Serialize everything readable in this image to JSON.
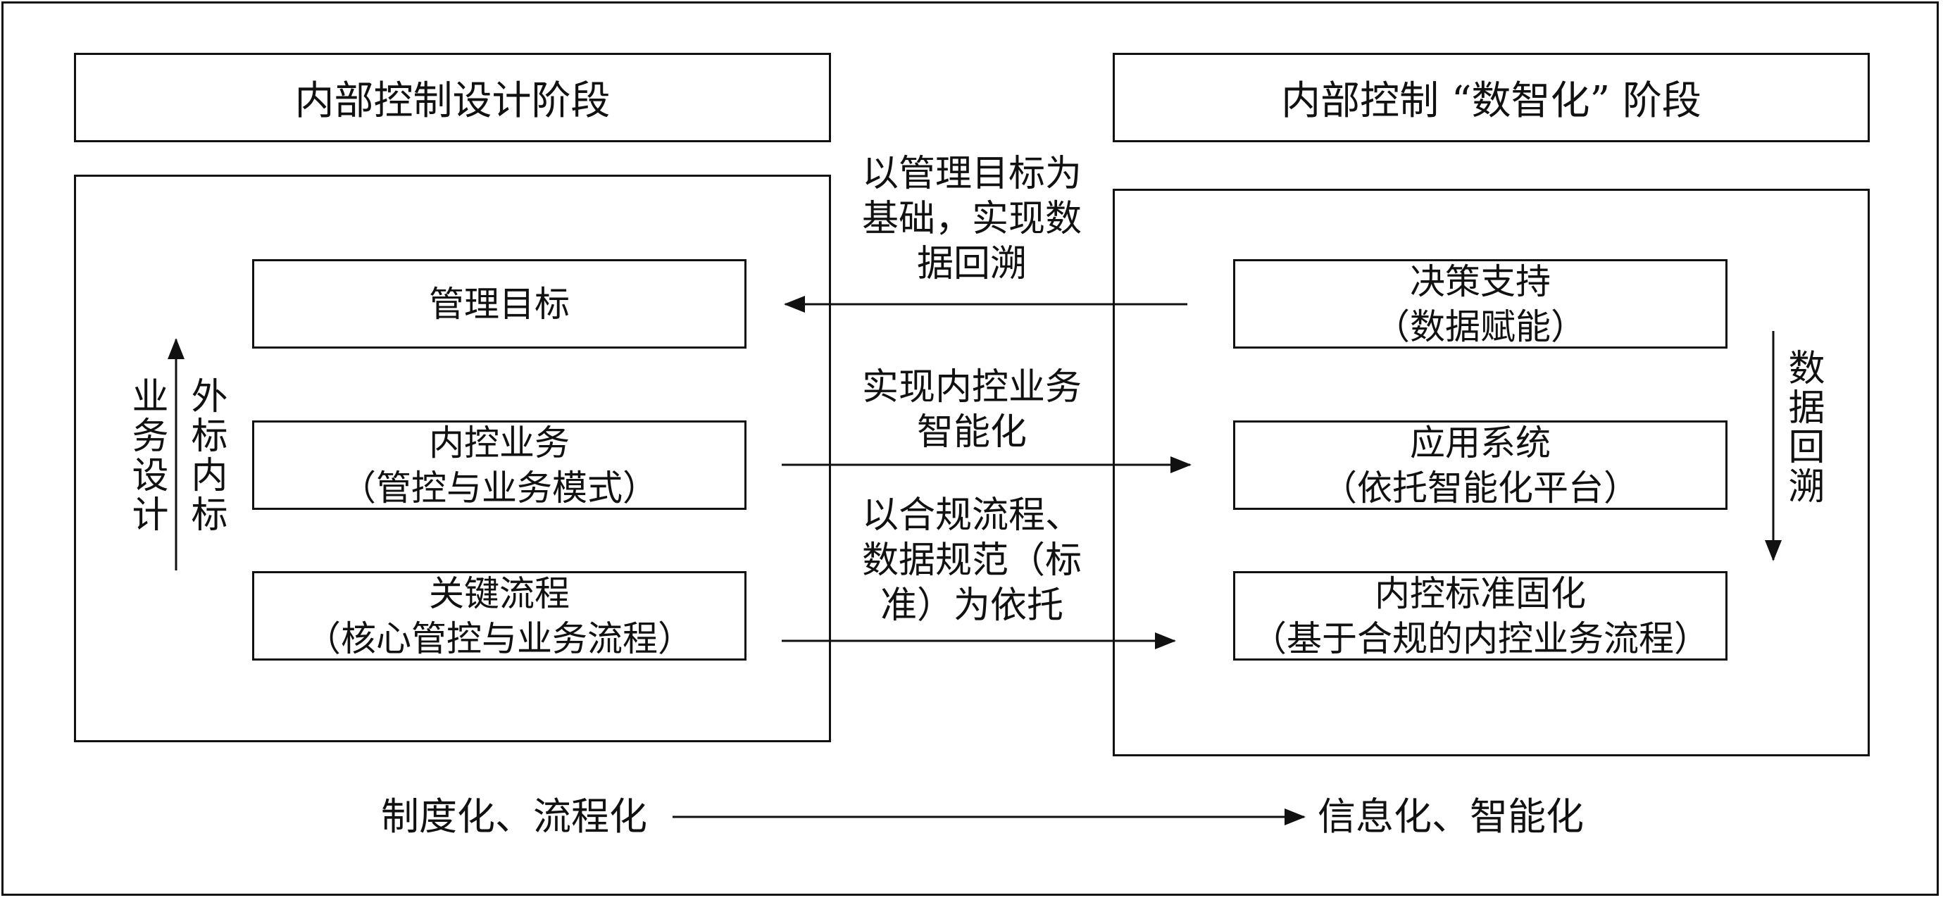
{
  "left_stage": {
    "title": "内部控制设计阶段",
    "nodes": [
      {
        "line1": "管理目标",
        "line2": ""
      },
      {
        "line1": "内控业务",
        "line2": "（管控与业务模式）"
      },
      {
        "line1": "关键流程",
        "line2": "（核心管控与业务流程）"
      }
    ],
    "side_labels": [
      "外标内标",
      "业务设计"
    ]
  },
  "right_stage": {
    "title": "内部控制 “数智化” 阶段",
    "nodes": [
      {
        "line1": "决策支持",
        "line2": "（数据赋能）"
      },
      {
        "line1": "应用系统",
        "line2": "（依托智能化平台）"
      },
      {
        "line1": "内控标准固化",
        "line2": "（基于合规的内控业务流程）"
      }
    ],
    "side_label": "数据回溯"
  },
  "middle_labels": [
    {
      "lines": [
        "以管理目标为",
        "基础，实现数",
        "据回溯"
      ]
    },
    {
      "lines": [
        "实现内控业务",
        "智能化"
      ]
    },
    {
      "lines": [
        "以合规流程、",
        "数据规范（标",
        "准）为依托"
      ]
    }
  ],
  "bottom": {
    "from": "制度化、流程化",
    "to": "信息化、智能化"
  }
}
